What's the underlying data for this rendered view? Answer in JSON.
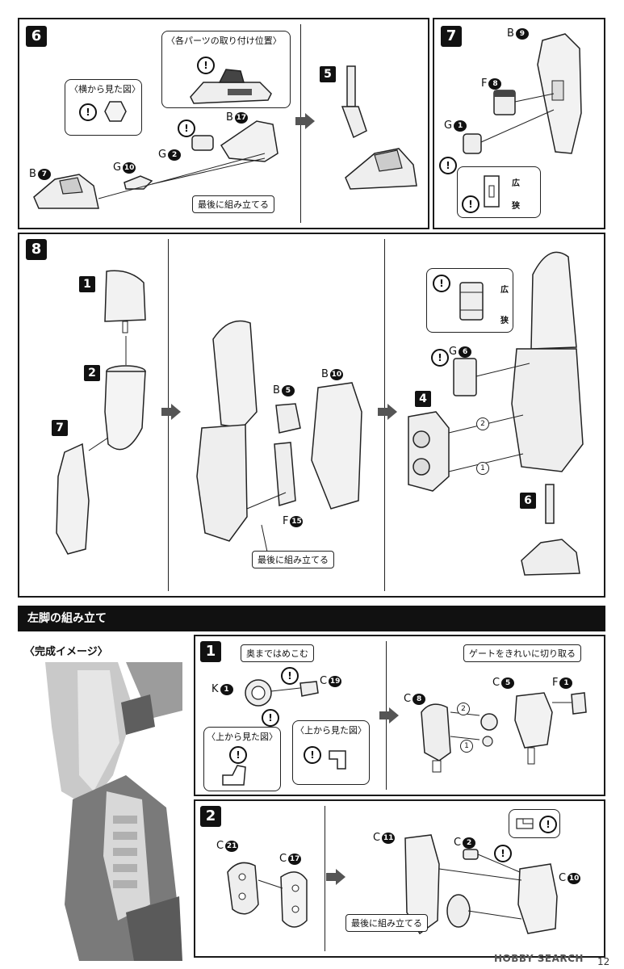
{
  "step6": {
    "num": "6",
    "callout_mount": "〈各パーツの取り付け位置〉",
    "callout_side": "〈横から見た図〉",
    "parts": {
      "b17": {
        "letter": "B",
        "num": "17"
      },
      "g2": {
        "letter": "G",
        "num": "2"
      },
      "g10": {
        "letter": "G",
        "num": "10"
      },
      "b7": {
        "letter": "B",
        "num": "7"
      }
    },
    "note_last": "最後に組み立てる",
    "sub5": "5"
  },
  "step7": {
    "num": "7",
    "parts": {
      "b9": {
        "letter": "B",
        "num": "9"
      },
      "f8": {
        "letter": "F",
        "num": "8"
      },
      "g1": {
        "letter": "G",
        "num": "1"
      }
    },
    "wide": "広",
    "narrow": "狭"
  },
  "step8": {
    "num": "8",
    "sub1": "1",
    "sub2": "2",
    "sub7": "7",
    "sub4": "4",
    "sub6": "6",
    "parts": {
      "b5": {
        "letter": "B",
        "num": "5"
      },
      "b10": {
        "letter": "B",
        "num": "10"
      },
      "f15": {
        "letter": "F",
        "num": "15"
      },
      "g6": {
        "letter": "G",
        "num": "6"
      }
    },
    "note_last": "最後に組み立てる",
    "wide": "広",
    "narrow": "狭",
    "order1": "1",
    "order2": "2"
  },
  "left_leg": {
    "banner": "左脚の組み立て",
    "complete": "〈完成イメージ〉",
    "step1": {
      "num": "1",
      "note_push": "奥まではめこむ",
      "note_gate": "ゲートをきれいに切り取る",
      "top_view_a": "〈上から見た図〉",
      "top_view_b": "〈上から見た図〉",
      "parts": {
        "k1": {
          "letter": "K",
          "num": "1"
        },
        "c19": {
          "letter": "C",
          "num": "19"
        },
        "c8": {
          "letter": "C",
          "num": "8"
        },
        "c5": {
          "letter": "C",
          "num": "5"
        },
        "f1": {
          "letter": "F",
          "num": "1"
        }
      },
      "order1": "1",
      "order2": "2"
    },
    "step2": {
      "num": "2",
      "parts": {
        "c21": {
          "letter": "C",
          "num": "21"
        },
        "c17": {
          "letter": "C",
          "num": "17"
        },
        "c11": {
          "letter": "C",
          "num": "11"
        },
        "c2": {
          "letter": "C",
          "num": "2"
        },
        "c10": {
          "letter": "C",
          "num": "10"
        }
      },
      "note_last": "最後に組み立てる"
    }
  },
  "watermark": "HOBBY SEARCH",
  "page_number": "12",
  "warn_glyph": "!"
}
